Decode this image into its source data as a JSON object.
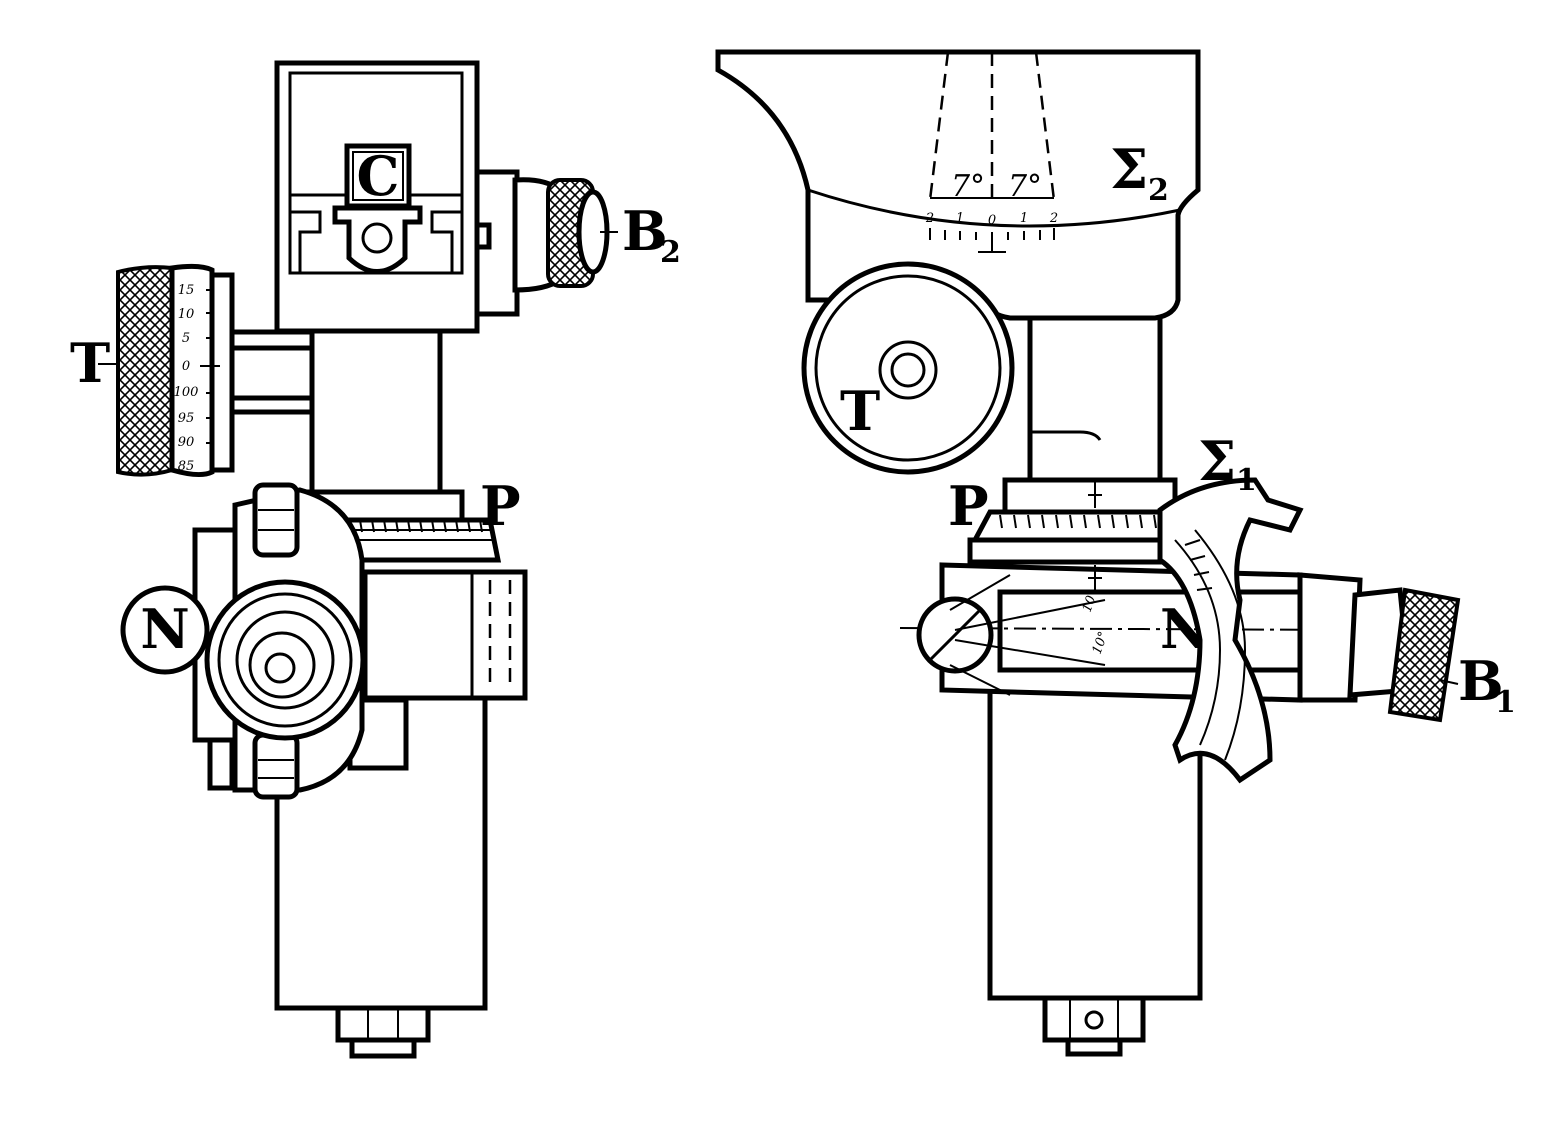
{
  "figure": {
    "left_view": {
      "labels": {
        "C": "C",
        "B2_main": "B",
        "B2_sub": "2",
        "T": "T",
        "N": "N",
        "P": "P"
      },
      "drum_T_scale": [
        "15",
        "10",
        "5",
        "0",
        "100",
        "95",
        "90",
        "85"
      ]
    },
    "right_view": {
      "labels": {
        "sigma2_main": "Σ",
        "sigma2_sub": "2",
        "T": "T",
        "P": "P",
        "sigma1_main": "Σ",
        "sigma1_sub": "1",
        "N": "N",
        "B1_main": "B",
        "B1_sub": "1"
      },
      "angle_left": "7°",
      "angle_right": "7°",
      "arc_scale": [
        "2",
        "1",
        "0",
        "1",
        "2"
      ],
      "tilt_angle_upper": "10°",
      "tilt_angle_lower": "10°"
    }
  },
  "colors": {
    "ink": "#000000",
    "paper": "#ffffff"
  }
}
